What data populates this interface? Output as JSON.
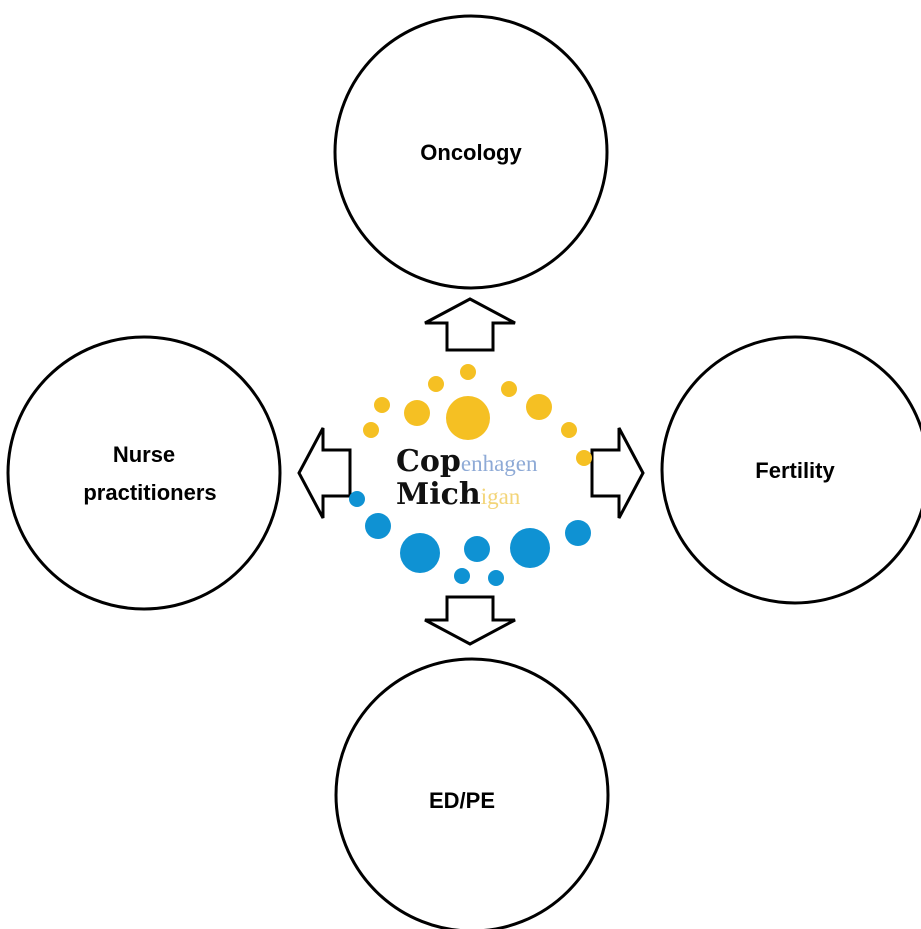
{
  "nodes": {
    "top": {
      "label": "Oncology"
    },
    "left": {
      "label_line1": "Nurse",
      "label_line2": "practitioners"
    },
    "right": {
      "label": "Fertility"
    },
    "bottom": {
      "label": "ED/PE"
    }
  },
  "logo": {
    "line1_bold": "Cop",
    "line1_light": "enhagen",
    "line2_bold": "Mich",
    "line2_light": "igan",
    "colors": {
      "yellow": "#f5c023",
      "blue": "#0f92d3",
      "copenhagen_text": "#8eaad6",
      "michigan_text": "#f3d579"
    }
  },
  "arrows": [
    "up",
    "left",
    "right",
    "down"
  ]
}
